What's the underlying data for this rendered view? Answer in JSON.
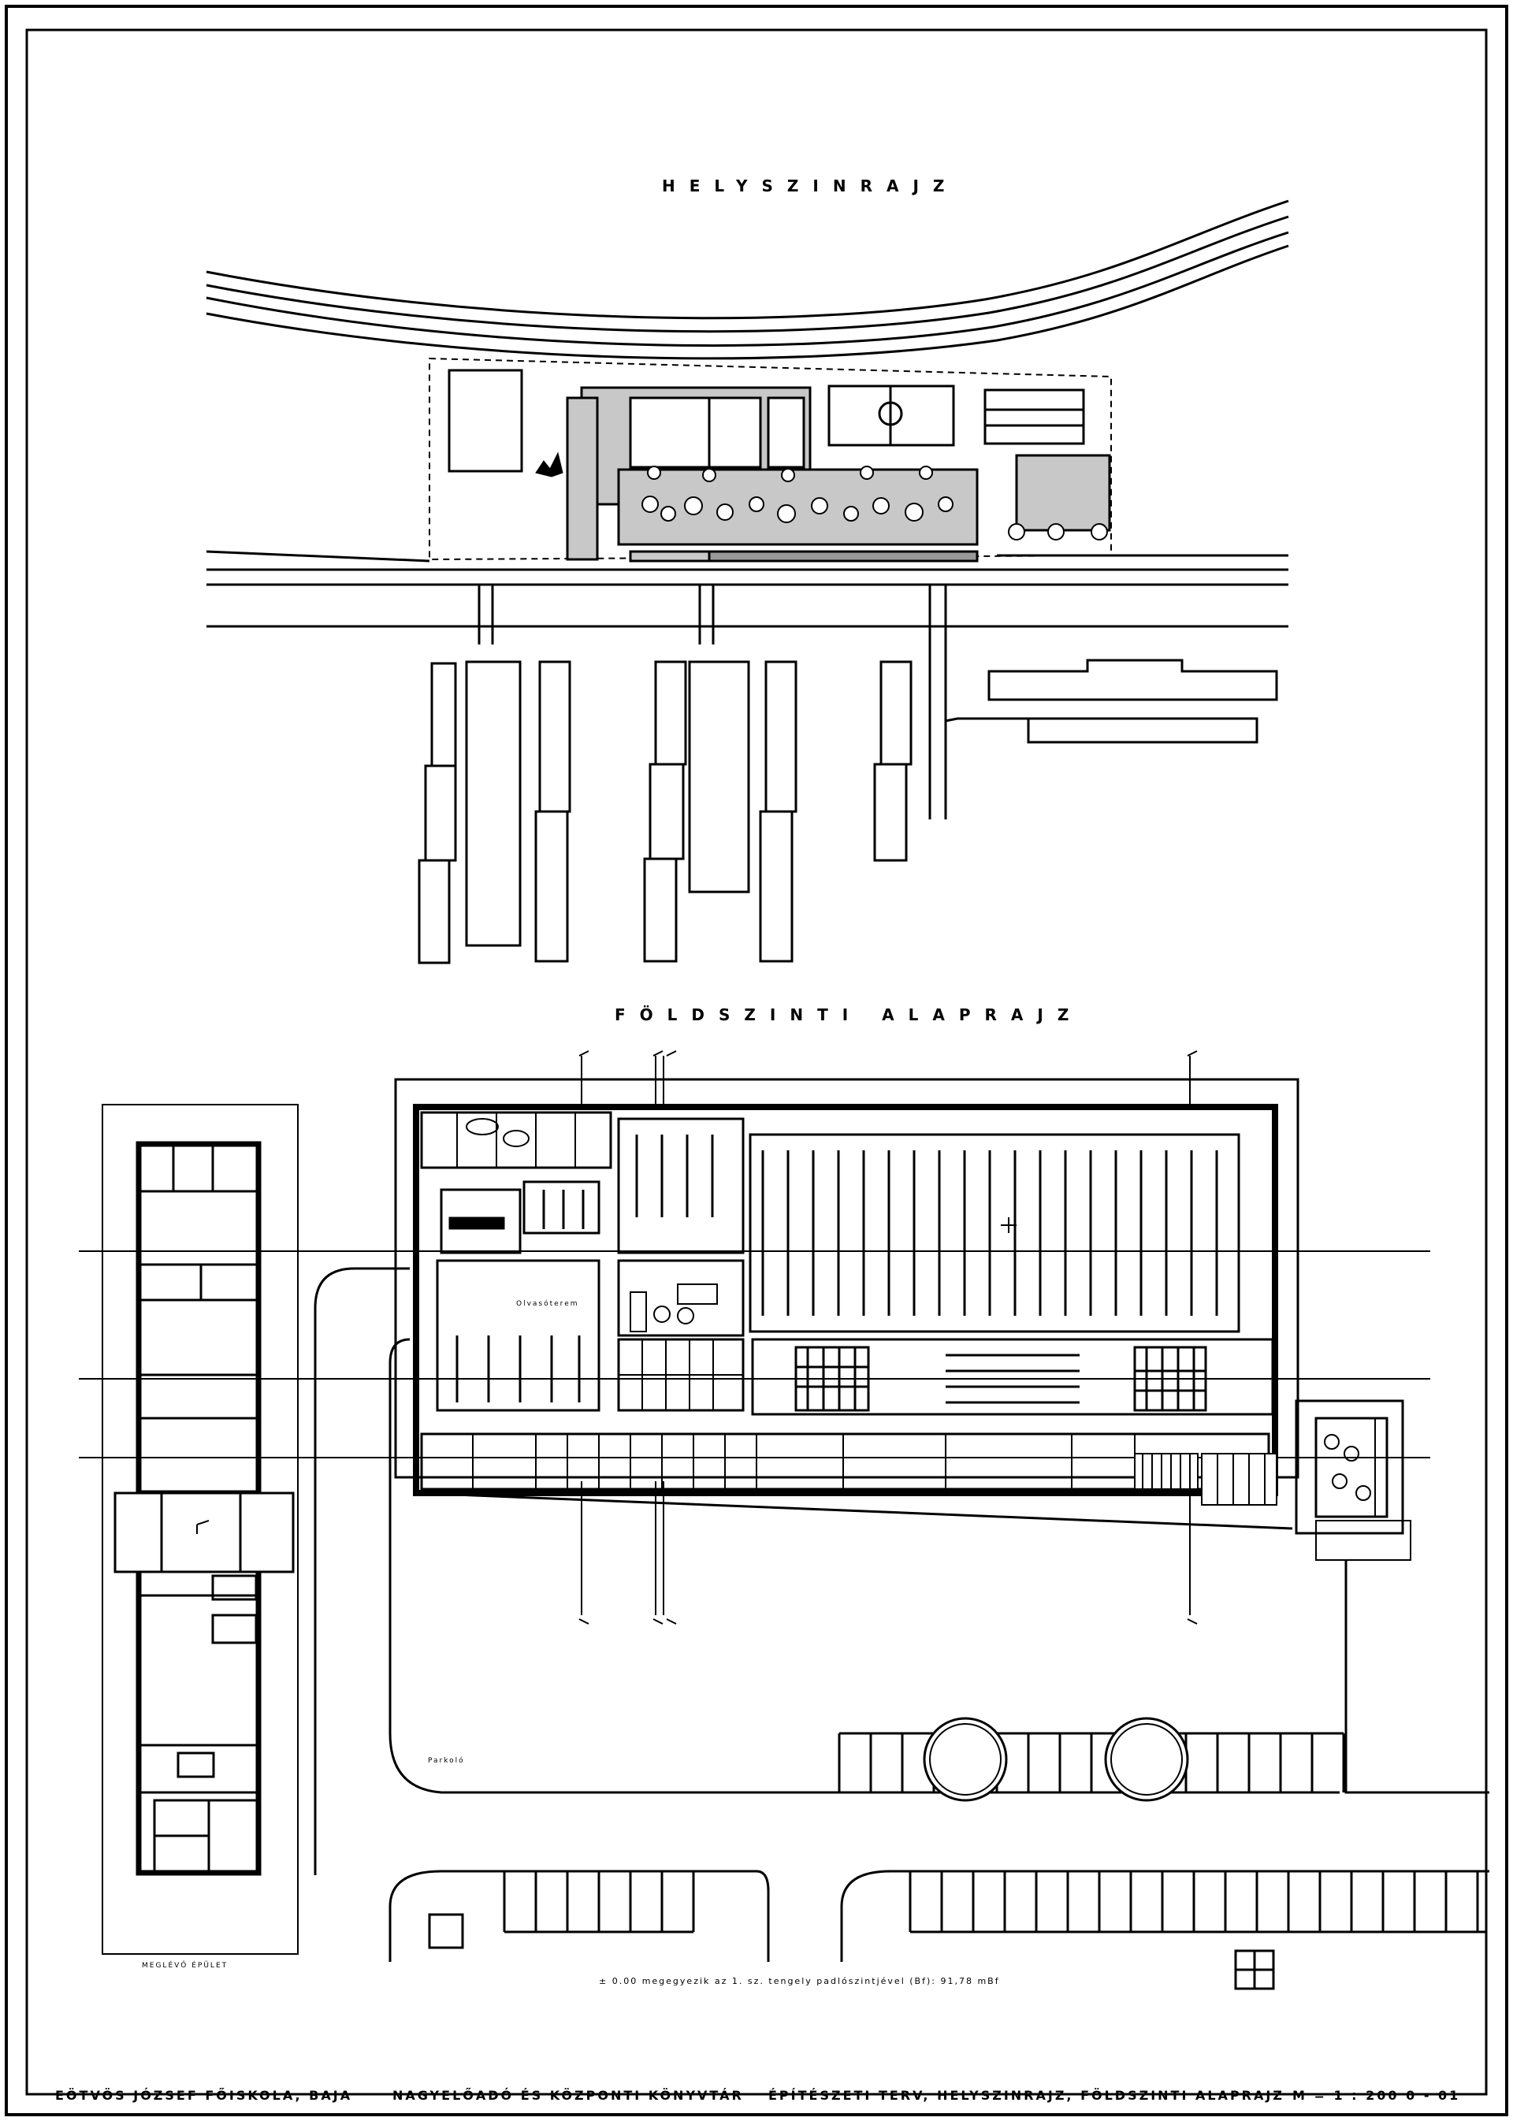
{
  "titles": {
    "site_plan": "HELYSZINRAJZ",
    "ground_floor_plan": "FÖLDSZINTI ALAPRAJZ"
  },
  "footer": {
    "institution": "EÖTVÖS JÓZSEF FŐISKOLA, BAJA",
    "project": "NAGYELŐADÓ ÉS KÖZPONTI KÖNYVTÁR",
    "drawing": "ÉPÍTÉSZETI TERV, HELYSZINRAJZ, FÖLDSZINTI ALAPRAJZ",
    "scale": "M = 1 : 200 0 - 01"
  },
  "labels": {
    "note": "± 0.00 megegyezik az 1. sz. tengely padlószintjével (Bf): 91,78 mBf",
    "mobile_building": "MEGLÉVŐ ÉPÜLET",
    "parking": "Parkoló",
    "study_hall": "Olvasóterem"
  },
  "colors": {
    "line": "#000000",
    "fill_gray": "#c8c8c8",
    "paper": "#ffffff"
  }
}
